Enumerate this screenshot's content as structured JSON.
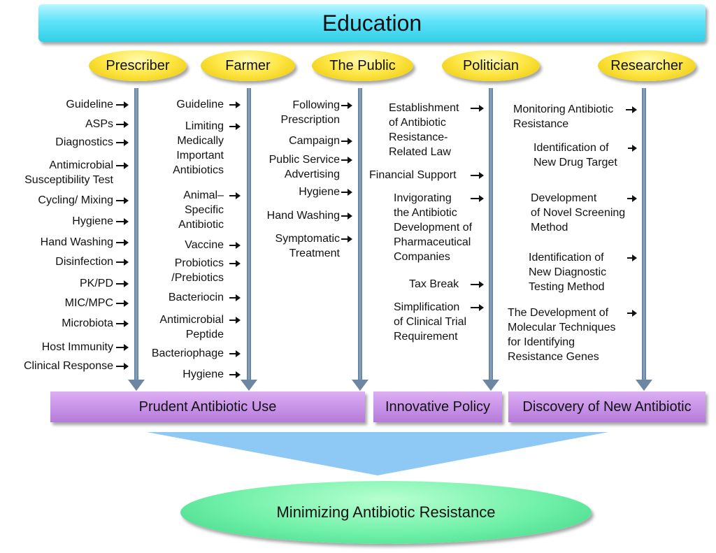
{
  "header": "Education",
  "stakeholders": [
    "Prescriber",
    "Farmer",
    "The Public",
    "Politician",
    "Researcher"
  ],
  "prescriber": [
    "Guideline",
    "ASPs",
    "Diagnostics",
    "Antimicrobial\nSusceptibility Test",
    "Cycling/ Mixing",
    "Hygiene",
    "Hand Washing",
    "Disinfection",
    "PK/PD",
    "MIC/MPC",
    "Microbiota",
    "Host Immunity",
    "Clinical Response"
  ],
  "farmer": [
    "Guideline",
    "Limiting\nMedically\nImportant\nAntibiotics",
    "Animal–\nSpecific\nAntibiotic",
    "Vaccine",
    "Probiotics\n/Prebiotics",
    "Bacteriocin",
    "Antimicrobial\nPeptide",
    "Bacteriophage",
    "Hygiene"
  ],
  "public": [
    "Following\nPrescription",
    "Campaign",
    "Public Service\nAdvertising",
    "Hygiene",
    "Hand Washing",
    "Symptomatic\nTreatment"
  ],
  "politician": [
    "Establishment\nof Antibiotic\nResistance-\nRelated Law",
    "Financial Support",
    "Invigorating\nthe Antibiotic\nDevelopment of\nPharmaceutical\nCompanies",
    "Tax Break",
    "Simplification\nof Clinical Trial\nRequirement"
  ],
  "researcher": [
    "Monitoring Antibiotic\nResistance",
    "Identification of\nNew Drug Target",
    "Development\nof Novel Screening\nMethod",
    "Identification of\nNew Diagnostic\nTesting Method",
    "The Development of\nMolecular Techniques\nfor Identifying\nResistance Genes"
  ],
  "outcomes": [
    "Prudent Antibiotic Use",
    "Innovative Policy",
    "Discovery of New Antibiotic"
  ],
  "goal": "Minimizing Antibiotic Resistance"
}
